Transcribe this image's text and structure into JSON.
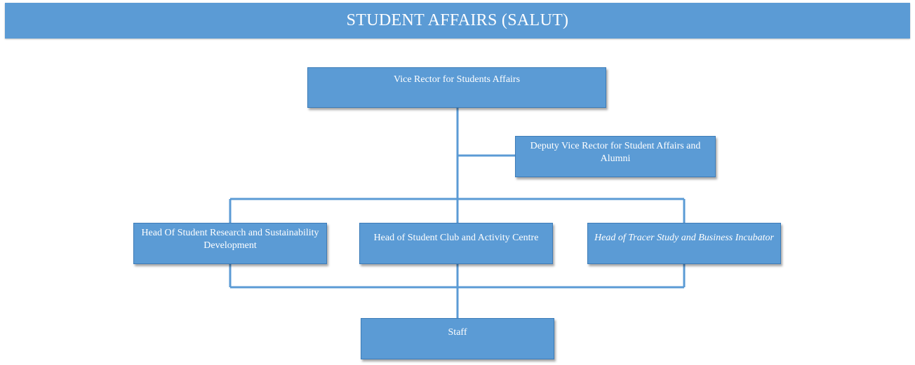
{
  "header": {
    "title": "STUDENT AFFAIRS (SALUT)"
  },
  "org": {
    "vice_rector": "Vice Rector for Students Affairs",
    "deputy": "Deputy Vice Rector for Student Affairs and Alumni",
    "heads": [
      "Head Of Student Research and Sustainability Development",
      "Head of Student Club and Activity Centre",
      "Head of Tracer Study and Business Incubator"
    ],
    "staff": "Staff"
  },
  "colors": {
    "box_fill": "#5b9bd5",
    "box_border": "#3d7cb8",
    "connector": "#5b9bd5",
    "text": "#ffffff"
  }
}
